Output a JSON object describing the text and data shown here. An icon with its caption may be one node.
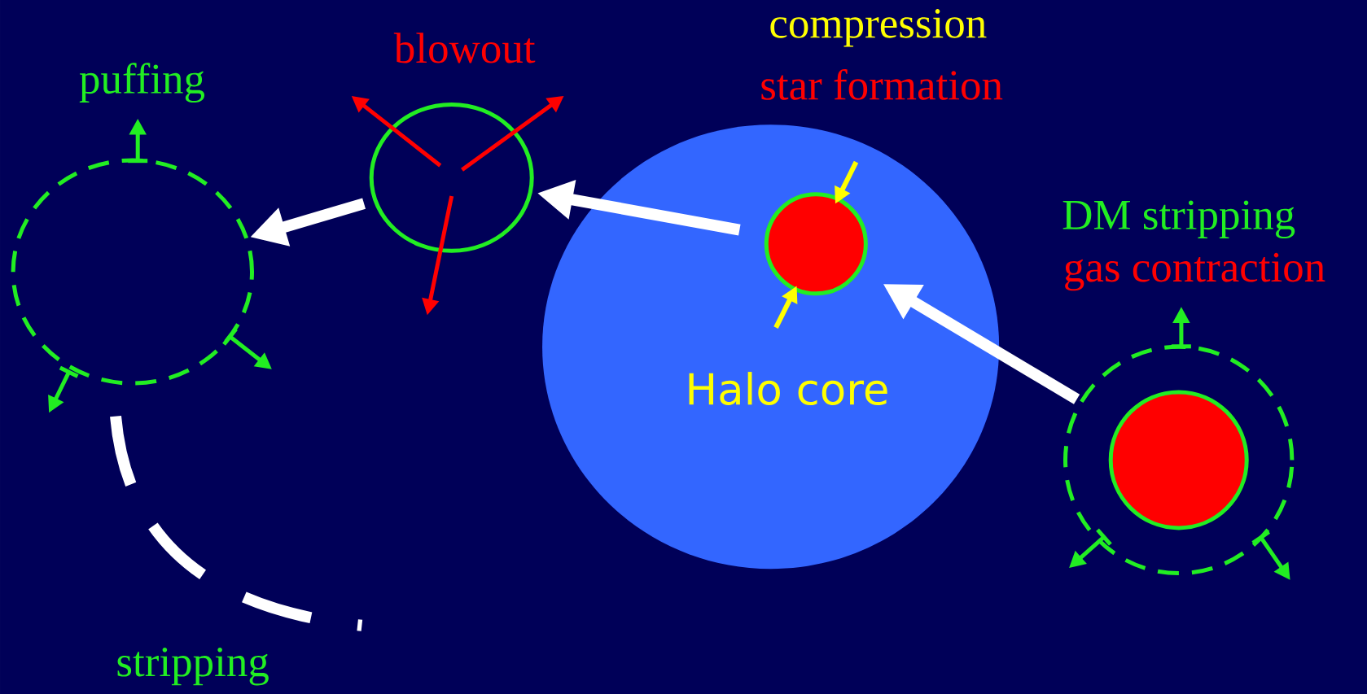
{
  "diagram": {
    "nodes": [
      {
        "text": [
          "Halo core"
        ]
      },
      {
        "text": [],
        "shape": "circle",
        "in": 0,
        "beside": [
          "compression",
          "star formation"
        ]
      },
      {
        "text": [],
        "shape": "circle",
        "beside": [
          "blowout"
        ]
      },
      {
        "text": [],
        "shape": "circle",
        "beside": [
          "puffing"
        ]
      },
      {
        "text": [],
        "shape": "circle",
        "beside": [
          "DM stripping",
          "gas contraction"
        ]
      },
      {
        "text": [],
        "shape": "circle",
        "in": 4
      }
    ],
    "edges": [
      {
        "from": 4,
        "to": 1,
        "arrow": "to"
      },
      {
        "from": 1,
        "to": 2,
        "arrow": "to"
      },
      {
        "from": 2,
        "to": 3,
        "arrow": "to"
      },
      {
        "from": 3,
        "to": null,
        "arrow": "none",
        "style": "dashed"
      }
    ],
    "labels": [
      "stripping"
    ]
  }
}
